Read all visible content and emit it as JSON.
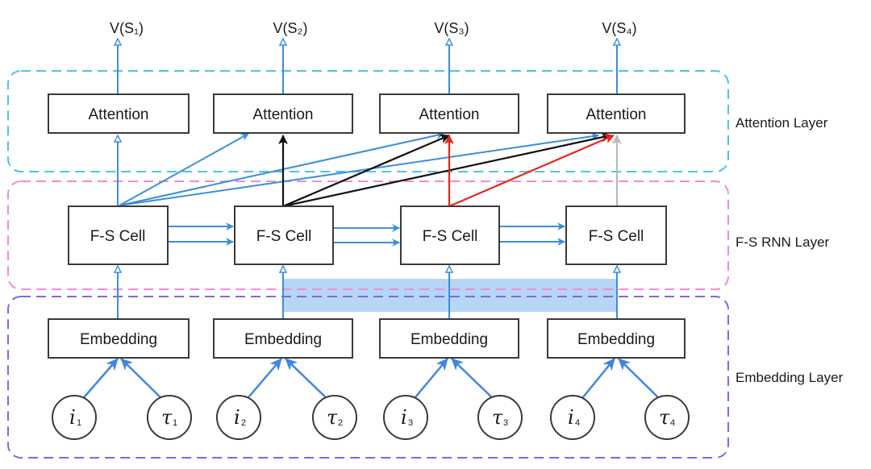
{
  "layers": {
    "attention": "Attention Layer",
    "rnn": "F-S RNN Layer",
    "embedding": "Embedding Layer"
  },
  "columns": [
    {
      "output": "V(S₁)",
      "attention": "Attention",
      "cell": "F-S Cell",
      "embedding": "Embedding",
      "item": "i",
      "time": "τ",
      "index": "1"
    },
    {
      "output": "V(S₂)",
      "attention": "Attention",
      "cell": "F-S Cell",
      "embedding": "Embedding",
      "item": "i",
      "time": "τ",
      "index": "2"
    },
    {
      "output": "V(S₃)",
      "attention": "Attention",
      "cell": "F-S Cell",
      "embedding": "Embedding",
      "item": "i",
      "time": "τ",
      "index": "3"
    },
    {
      "output": "V(S₄)",
      "attention": "Attention",
      "cell": "F-S Cell",
      "embedding": "Embedding",
      "item": "i",
      "time": "τ",
      "index": "4"
    }
  ],
  "colors": {
    "attention_layer_border": "#4fc3e8",
    "rnn_layer_border": "#f08ad8",
    "embedding_layer_border": "#7a6ce0",
    "arrow_blue": "#3a8fd8",
    "arrow_black": "#111111",
    "arrow_red": "#e8241a",
    "arrow_gray": "#b8b8b8",
    "highlight": "#a8cff5"
  }
}
